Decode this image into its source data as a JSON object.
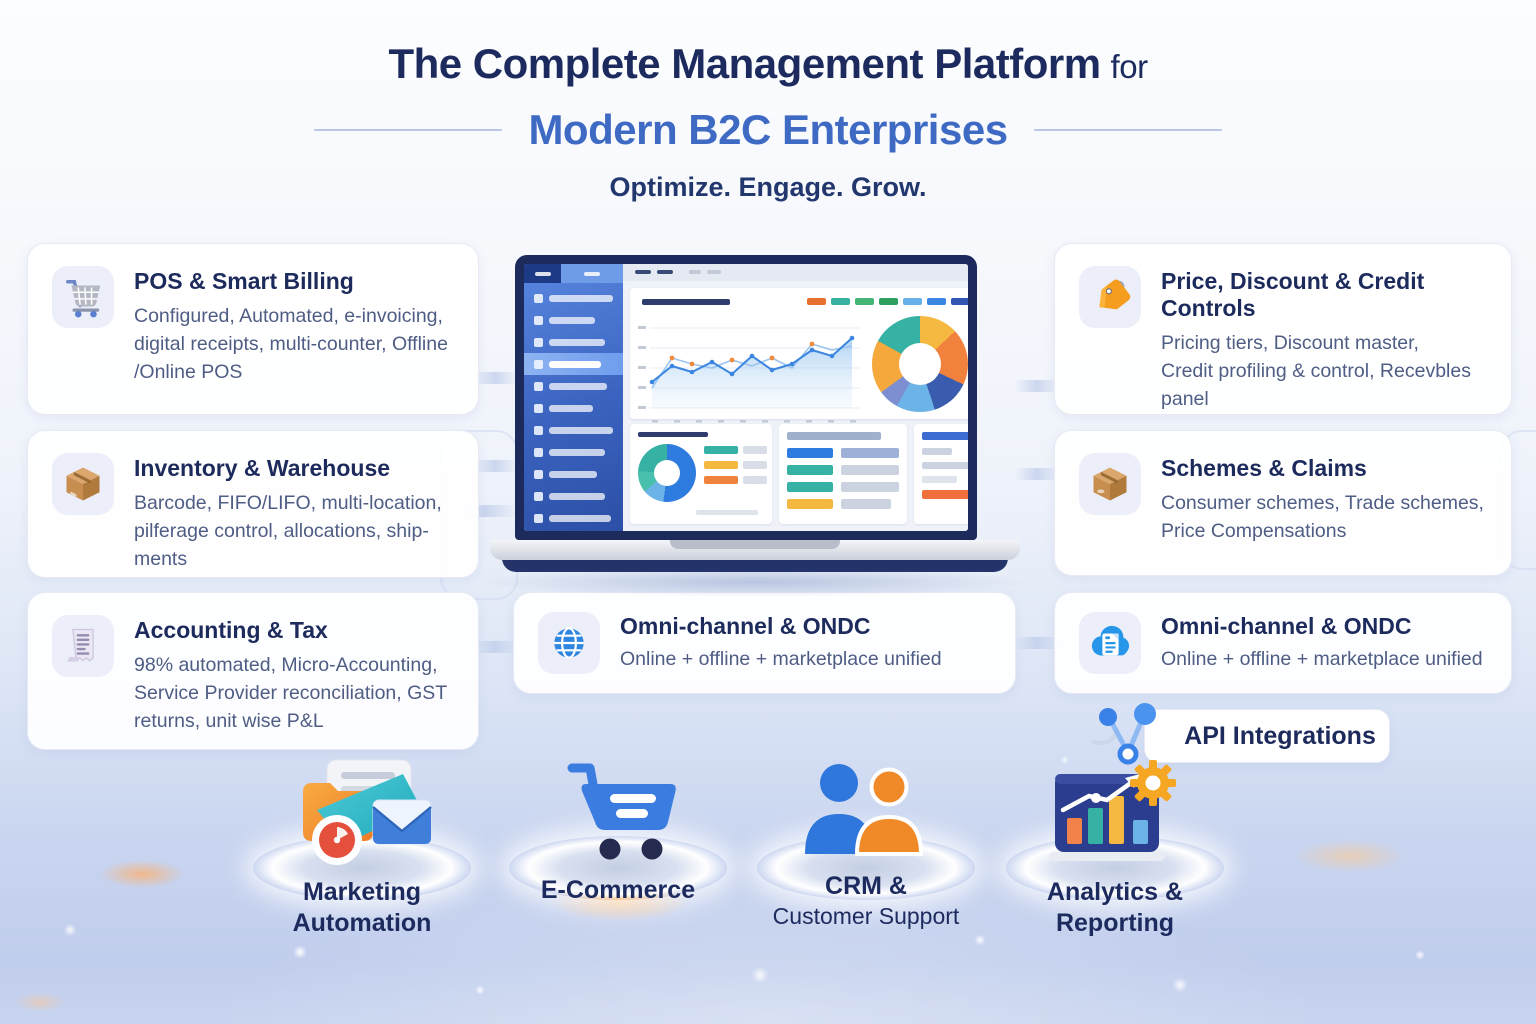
{
  "header": {
    "title_main": "The Complete Management Platform",
    "title_for": "for",
    "title_sub": "Modern B2C Enterprises",
    "tagline": "Optimize. Engage. Grow."
  },
  "cards": {
    "left": [
      {
        "icon": "shopping-cart-icon",
        "title": "POS & Smart Billing",
        "body": "Configured, Automated, e-invoicing,\ndigital receipts, multi-counter, Offline\n/Online POS"
      },
      {
        "icon": "package-box-icon",
        "title": "Inventory & Warehouse",
        "body": "Barcode, FIFO/LIFO, multi-location,\npilferage control, allocations, ship-\nments"
      },
      {
        "icon": "receipt-icon",
        "title": "Accounting & Tax",
        "body": "98% automated, Micro-Accounting,\nService Provider reconciliation, GST\nreturns, unit wise P&L"
      }
    ],
    "right": [
      {
        "icon": "price-tag-icon",
        "title": "Price, Discount & Credit\nControls",
        "body": "Pricing tiers, Discount master,\nCredit profiling & control, Recevbles\npanel"
      },
      {
        "icon": "package-box-icon",
        "title": "Schemes & Claims",
        "body": "Consumer schemes, Trade schemes,\nPrice Compensations"
      },
      {
        "icon": "cloud-document-icon",
        "title": "Omni-channel & ONDC",
        "body": "Online + offline + marketplace unified"
      }
    ],
    "center": {
      "icon": "globe-icon",
      "title": "Omni-channel & ONDC",
      "body": "Online + offline + marketplace unified"
    }
  },
  "api_badge": {
    "icon": "network-nodes-icon",
    "label": "API Integrations"
  },
  "features": [
    {
      "icon": "folder-mail-clock-icon",
      "line1": "Marketing",
      "line2": "Automation"
    },
    {
      "icon": "shopping-cart-icon",
      "line1": "E-Commerce",
      "line2": ""
    },
    {
      "icon": "two-people-icon",
      "line1": "CRM &",
      "line2": "Customer Support"
    },
    {
      "icon": "bar-chart-gear-icon",
      "line1": "Analytics &",
      "line2": "Reporting"
    }
  ],
  "colors": {
    "title_navy": "#1c2a5e",
    "title_blue": "#3e6ac4",
    "body_slate": "#4f5d85",
    "accent_orange": "#f0823d",
    "accent_teal": "#35b2a3",
    "accent_yellow": "#f5b840",
    "accent_blue": "#3b7ce0",
    "accent_dark_blue": "#3352a8",
    "accent_light_blue": "#6cb4e8"
  }
}
